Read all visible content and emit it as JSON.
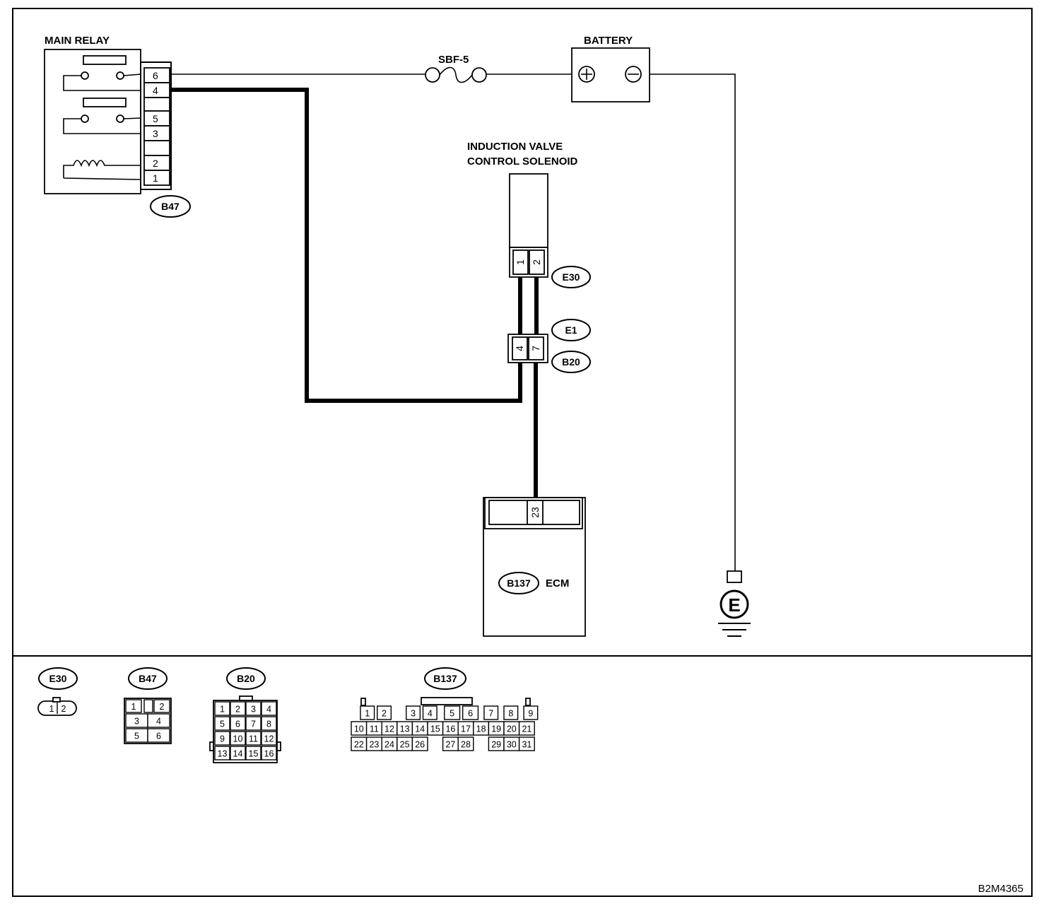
{
  "diagram_id": "B2M4365",
  "labels": {
    "main_relay": "MAIN RELAY",
    "battery": "BATTERY",
    "fuse": "SBF-5",
    "solenoid_line1": "INDUCTION VALVE",
    "solenoid_line2": "CONTROL SOLENOID",
    "ecm": "ECM",
    "ground": "E"
  },
  "connectors": {
    "b47": "B47",
    "e30": "E30",
    "e1": "E1",
    "b20": "B20",
    "b137": "B137"
  },
  "relay_pins": [
    "6",
    "4",
    "5",
    "3",
    "2",
    "1"
  ],
  "solenoid_pins": [
    "1",
    "2"
  ],
  "joint_pins": [
    "4",
    "7"
  ],
  "ecm_pin": "23",
  "legend": {
    "e30": {
      "title": "E30",
      "pins": [
        "1",
        "2"
      ]
    },
    "b47": {
      "title": "B47",
      "pins": [
        "1",
        "2",
        "3",
        "4",
        "5",
        "6"
      ]
    },
    "b20": {
      "title": "B20",
      "pins": [
        "1",
        "2",
        "3",
        "4",
        "5",
        "6",
        "7",
        "8",
        "9",
        "10",
        "11",
        "12",
        "13",
        "14",
        "15",
        "16"
      ]
    },
    "b137": {
      "title": "B137",
      "row1": [
        "1",
        "2",
        "3",
        "4",
        "5",
        "6",
        "7",
        "8",
        "9"
      ],
      "row2": [
        "10",
        "11",
        "12",
        "13",
        "14",
        "15",
        "16",
        "17",
        "18",
        "19",
        "20",
        "21"
      ],
      "row3": [
        "22",
        "23",
        "24",
        "25",
        "26",
        "27",
        "28",
        "29",
        "30",
        "31"
      ]
    }
  }
}
